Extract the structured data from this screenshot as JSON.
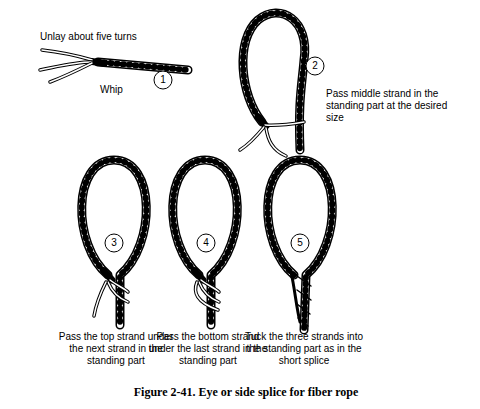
{
  "diagram": {
    "caption": "Figure 2-41. Eye or side splice for fiber rope",
    "nodes": [
      {
        "text": [
          "1"
        ]
      },
      {
        "text": [
          "2"
        ]
      },
      {
        "text": [
          "3"
        ]
      },
      {
        "text": [
          "4"
        ]
      },
      {
        "text": [
          "5"
        ]
      }
    ],
    "labels": [
      "Unlay about five turns",
      "Whip",
      "Pass middle strand in the standing part at the desired size",
      "Pass the top strand under the next strand in the standing part",
      "Pass the bottom strand under the last strand in the standing part",
      "Tuck the three strands into the standing part as in the short splice"
    ]
  }
}
